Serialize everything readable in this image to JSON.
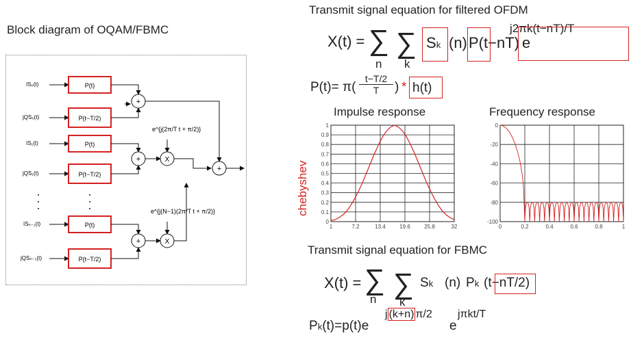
{
  "block_diagram": {
    "title": "Block diagram of OQAM/FBMC",
    "inputs": [
      "IS₀(t)",
      "jQS₀(t)",
      "IS₁(t)",
      "jQS₁(t)",
      "ISₙ₋₁(t)",
      "jQSₙ₋₁(t)"
    ],
    "filter_plain": "P(t)",
    "filter_shift": "P(t−T/2)",
    "sum_symbol": "+",
    "mult_symbol": "X",
    "exp1": "e^{j(2π/T t + π/2)}",
    "exp2": "e^{j(N−1)(2π/T t + π/2)}",
    "colors": {
      "filter_border": "#d42020",
      "line": "#111111"
    }
  },
  "ofdm": {
    "title": "Transmit signal equation for filtered OFDM",
    "xt": "X(t) =",
    "sum_n": "n",
    "sum_k": "k",
    "sk": "S",
    "sk_sub": "k",
    "n_term": "(n)",
    "p_term": "P(t−nT)",
    "e": "e",
    "exp": "j2πk(t−nT)/T",
    "pt_lhs": "P(t)= π(",
    "pt_num": "t−T/2",
    "pt_den": "T",
    "pt_close": ")",
    "star": "*",
    "ht": "h(t)"
  },
  "impulse": {
    "title": "Impulse response",
    "ylabel": "chebyshev"
  },
  "frequency": {
    "title": "Frequency response"
  },
  "fbmc": {
    "title": "Transmit signal equation for FBMC",
    "xt": "X(t) =",
    "sum_n": "n",
    "sum_k": "k",
    "sk": "S",
    "sk_sub": "k",
    "n_term": "(n)",
    "pk": "P",
    "pk_sub": "k",
    "arg": "(t−nT/2)",
    "pk2_lhs": "P",
    "pk2_sub": "k",
    "pk2_eq": "(t)=p(t)e",
    "exp_a_j": "j",
    "exp_a_box": "(k+n)",
    "exp_a_rest": "π/2",
    "e2": "e",
    "exp_b": "jπkt/T"
  },
  "chart_data": [
    {
      "type": "line",
      "title": "Impulse response",
      "ylabel": "chebyshev",
      "xlabel": "",
      "x_ticks": [
        "1",
        "7.2",
        "13.4",
        "19.6",
        "25.8",
        "32"
      ],
      "y_ticks": [
        "0",
        "0.1",
        "0.2",
        "0.3",
        "0.4",
        "0.5",
        "0.6",
        "0.7",
        "0.8",
        "0.9",
        "1"
      ],
      "xlim": [
        1,
        32
      ],
      "ylim": [
        0,
        1
      ],
      "grid": true,
      "series": [
        {
          "x": [
            1,
            2,
            3,
            4,
            5,
            6,
            7,
            8,
            9,
            10,
            11,
            12,
            13,
            14,
            15,
            16,
            17,
            18,
            19,
            20,
            21,
            22,
            23,
            24,
            25,
            26,
            27,
            28,
            29,
            30,
            31,
            32
          ],
          "values": [
            0.01,
            0.02,
            0.04,
            0.07,
            0.11,
            0.17,
            0.24,
            0.32,
            0.41,
            0.51,
            0.61,
            0.71,
            0.8,
            0.88,
            0.94,
            0.98,
            1.0,
            0.98,
            0.94,
            0.88,
            0.8,
            0.71,
            0.61,
            0.51,
            0.41,
            0.32,
            0.24,
            0.17,
            0.11,
            0.07,
            0.04,
            0.02
          ]
        }
      ],
      "colors": {
        "line": "#d42020",
        "axis_label": "#d42020"
      }
    },
    {
      "type": "line",
      "title": "Frequency response",
      "x_ticks": [
        "0",
        "0.2",
        "0.4",
        "0.6",
        "0.8",
        "1"
      ],
      "y_ticks": [
        "0",
        "-20",
        "-40",
        "-60",
        "-80",
        "-100"
      ],
      "xlim": [
        0,
        1
      ],
      "ylim": [
        -100,
        0
      ],
      "grid": true,
      "mainlobe": {
        "x": [
          0,
          0.02,
          0.04,
          0.06,
          0.08,
          0.1,
          0.12,
          0.14,
          0.16,
          0.18,
          0.19,
          0.2
        ],
        "values": [
          0,
          -0.5,
          -2,
          -4.5,
          -8,
          -13,
          -19,
          -27,
          -37,
          -52,
          -65,
          -100
        ]
      },
      "sidelobes": {
        "x_start": 0.2,
        "x_end": 1.0,
        "count": 20,
        "peak": -80,
        "null": -100
      },
      "colors": {
        "line": "#d42020"
      }
    }
  ]
}
